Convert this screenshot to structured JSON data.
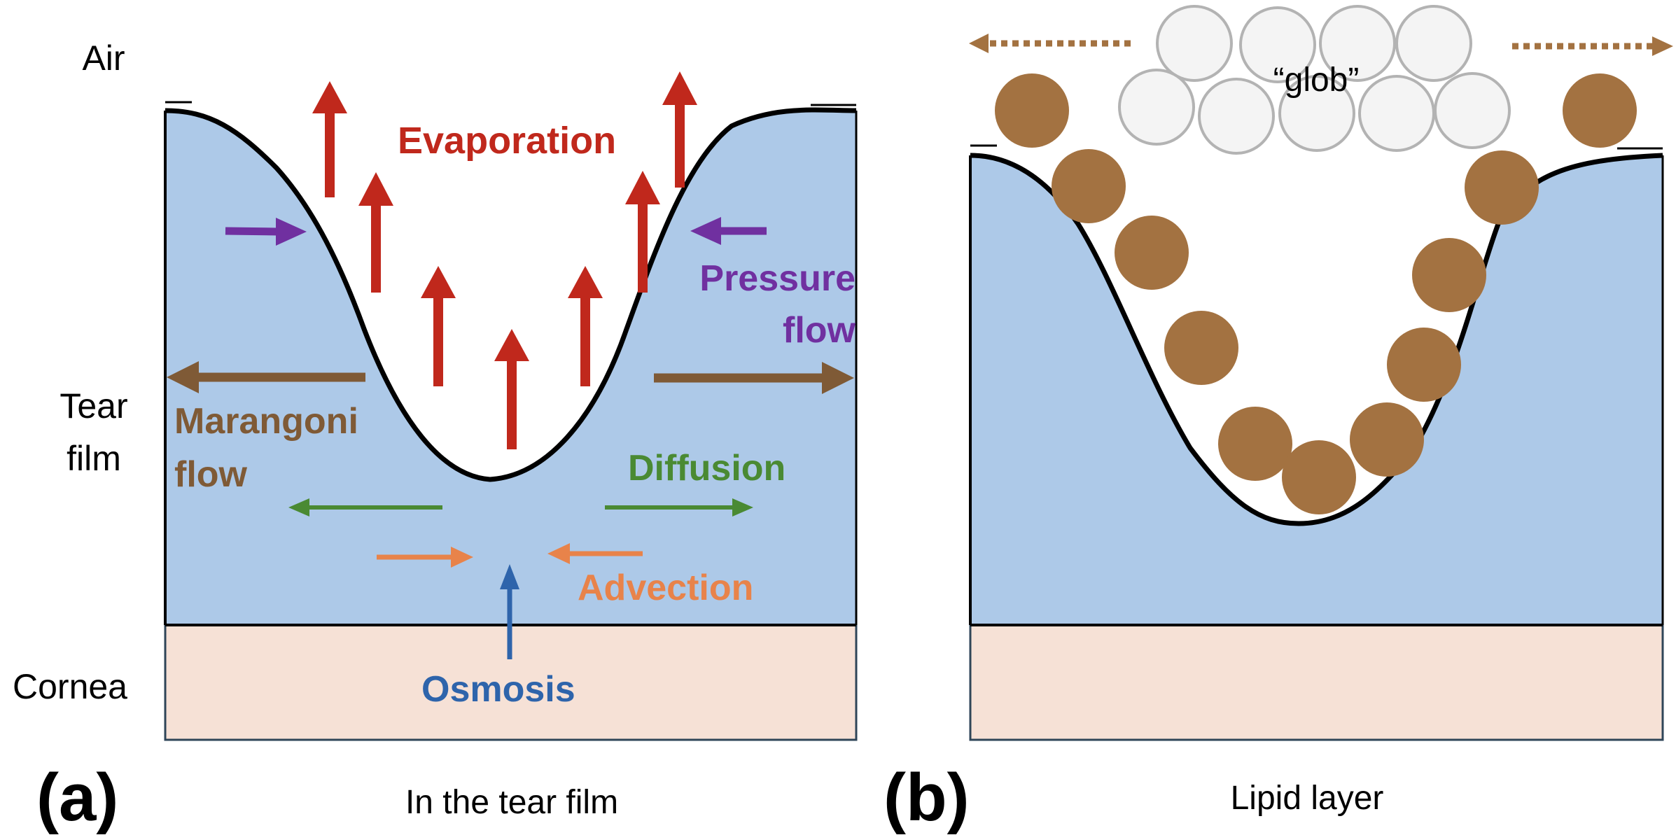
{
  "left_labels": {
    "air": "Air",
    "tear_line1": "Tear",
    "tear_line2": "film",
    "cornea": "Cornea"
  },
  "panel_a": {
    "letter": "(a)",
    "caption": "In the tear film",
    "processes": {
      "evaporation": "Evaporation",
      "pressure_line1": "Pressure",
      "pressure_line2": "flow",
      "marangoni_line1": "Marangoni",
      "marangoni_line2": "flow",
      "diffusion": "Diffusion",
      "advection": "Advection",
      "osmosis": "Osmosis"
    }
  },
  "panel_b": {
    "letter": "(b)",
    "caption": "Lipid layer",
    "glob_label": "“glob”"
  },
  "colors": {
    "tear": "#adc9e8",
    "cornea": "#f6e1d6",
    "evaporation": "#c0281c",
    "pressure": "#7030a0",
    "marangoni": "#7f5a36",
    "diffusion": "#4a8a33",
    "advection": "#e8834a",
    "osmosis": "#2e64ab",
    "lipid": "#a37241",
    "glob": "#f4f4f4"
  }
}
